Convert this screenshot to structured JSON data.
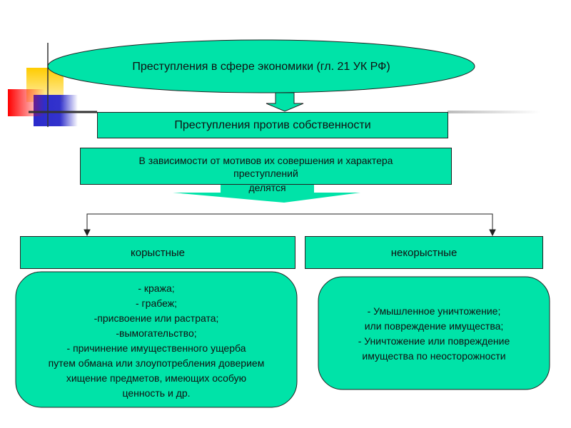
{
  "title": "Преступления  в сфере экономики (гл. 21 УК РФ)",
  "level2": "Преступления против собственности",
  "criteria": [
    "В зависимости от мотивов их совершения и характера",
    "преступлений",
    "делятся"
  ],
  "branches": [
    {
      "label": "корыстные",
      "items": [
        "-  кража;",
        "- грабеж;",
        "-присвоение или растрата;",
        "-вымогательство;",
        "-  причинение имущественного ущерба",
        "путем обмана или злоупотребления доверием",
        "хищение предметов,  имеющих особую",
        "ценность и др."
      ]
    },
    {
      "label": "некорыстные",
      "items": [
        "-  Умышленное уничтожение;",
        "или повреждение имущества;",
        "-  Уничтожение или повреждение",
        "имущества по неосторожности"
      ]
    }
  ],
  "colors": {
    "fill": "#00E3A8"
  }
}
